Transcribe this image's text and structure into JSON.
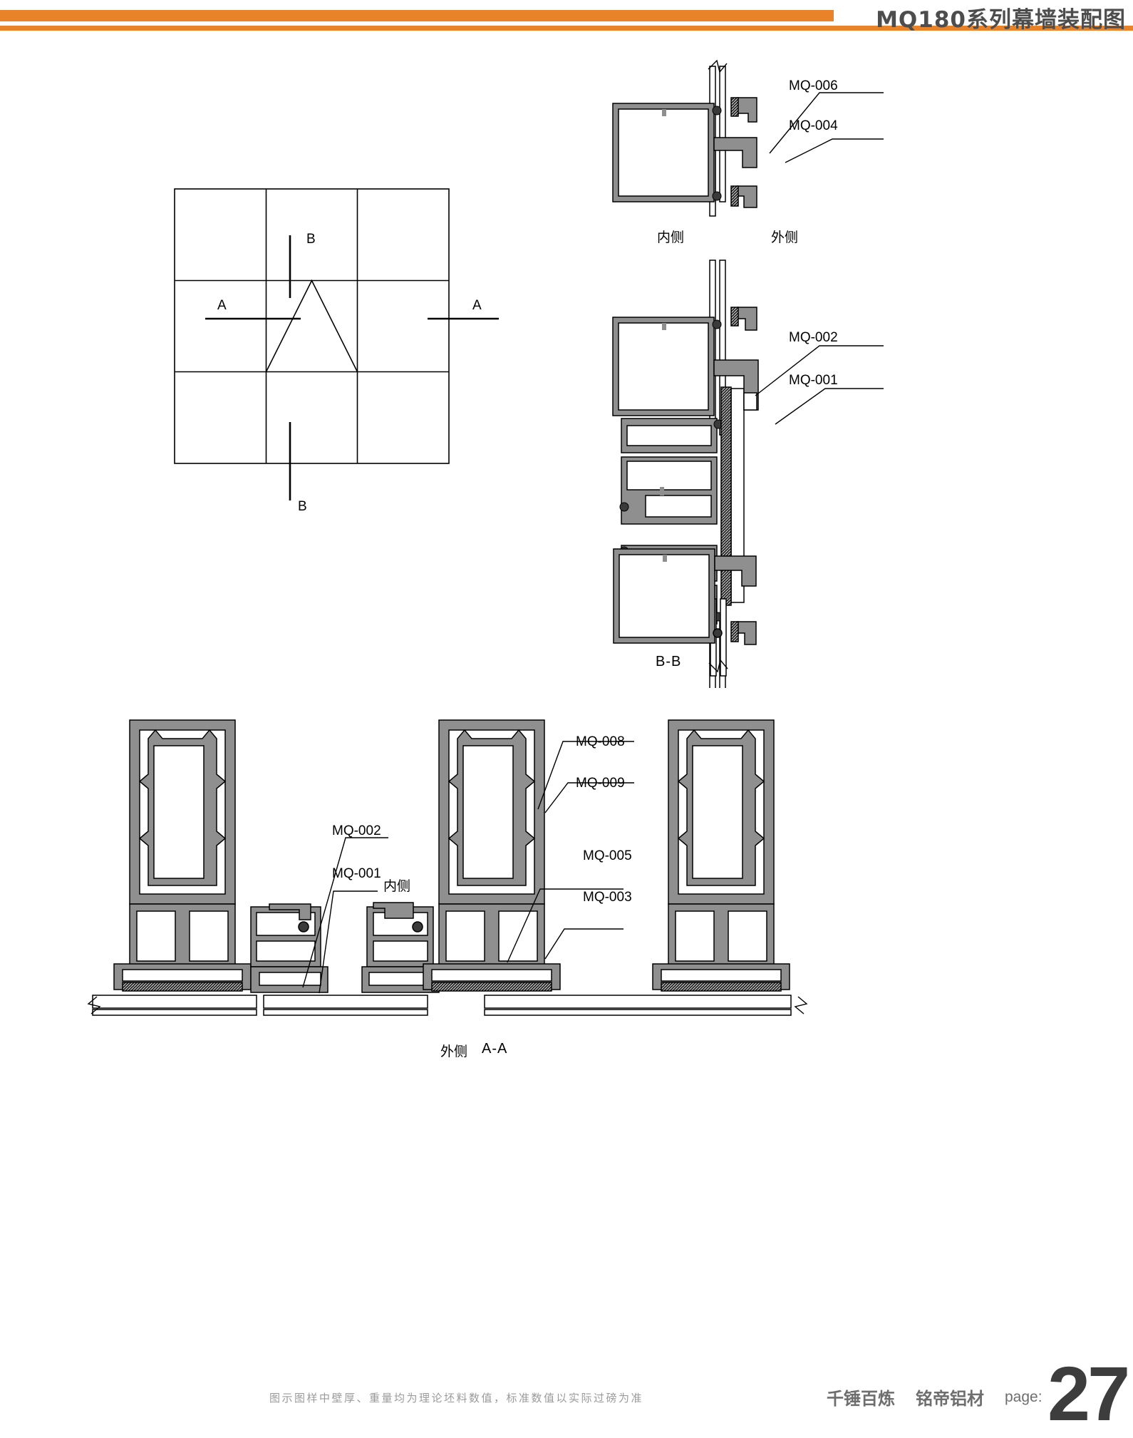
{
  "header": {
    "title": "MQ180系列幕墙装配图",
    "accent_color": "#E8832A",
    "title_color": "#4d4d4d"
  },
  "elevation": {
    "name": "curtain-wall-elevation",
    "section_marks": [
      {
        "id": "b-top",
        "label": "B"
      },
      {
        "id": "a-left",
        "label": "A"
      },
      {
        "id": "a-right",
        "label": "A"
      },
      {
        "id": "b-bottom",
        "label": "B"
      }
    ]
  },
  "section_bb": {
    "title": "B-B",
    "side_inner": "内侧",
    "side_outer": "外侧",
    "callouts": [
      {
        "code": "MQ-006"
      },
      {
        "code": "MQ-004"
      },
      {
        "code": "MQ-002"
      },
      {
        "code": "MQ-001"
      }
    ]
  },
  "section_aa": {
    "title": "A-A",
    "side_inner": "内侧",
    "side_outer": "外侧",
    "callouts": [
      {
        "code": "MQ-002"
      },
      {
        "code": "MQ-001"
      },
      {
        "code": "MQ-008"
      },
      {
        "code": "MQ-009"
      },
      {
        "code": "MQ-005"
      },
      {
        "code": "MQ-003"
      }
    ]
  },
  "footer": {
    "note": "图示图样中壁厚、重量均为理论坯料数值，标准数值以实际过磅为准",
    "slogan": "千锤百炼",
    "brand": "铭帝铝材",
    "page_label": "page:",
    "page_number": "27"
  }
}
